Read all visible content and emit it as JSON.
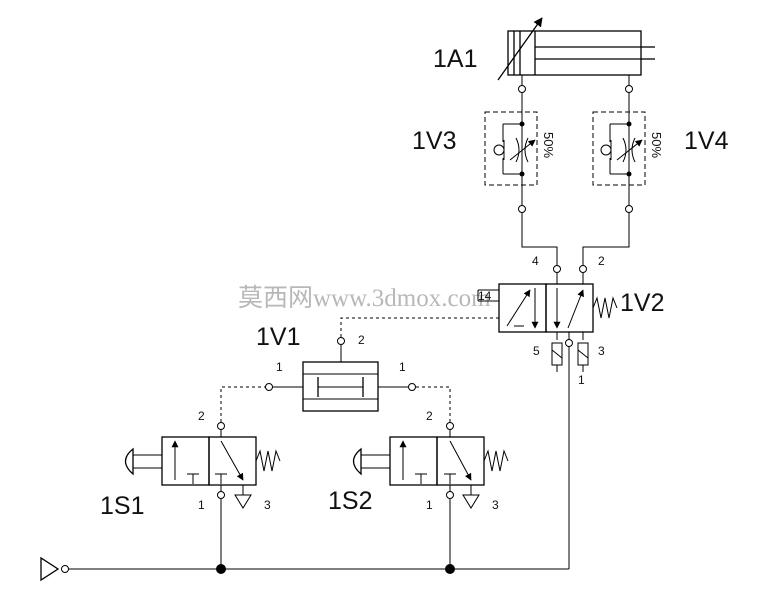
{
  "labels": {
    "cylinder": "1A1",
    "flow_valve_left": "1V3",
    "flow_valve_right": "1V4",
    "main_valve": "1V2",
    "or_valve": "1V1",
    "button_valve_1": "1S1",
    "button_valve_2": "1S2"
  },
  "throttle": {
    "left_setting": "50%",
    "right_setting": "50%"
  },
  "ports": {
    "main_valve": {
      "port_4": "4",
      "port_2": "2",
      "port_14": "14",
      "port_5": "5",
      "port_3": "3",
      "port_1": "1"
    },
    "or_valve": {
      "input_left": "1",
      "input_right": "1",
      "output": "2"
    },
    "button_valve_1": {
      "output": "2",
      "supply": "1",
      "exhaust": "3"
    },
    "button_valve_2": {
      "output": "2",
      "supply": "1",
      "exhaust": "3"
    }
  },
  "watermark": "莫西网www.3dmox.com"
}
